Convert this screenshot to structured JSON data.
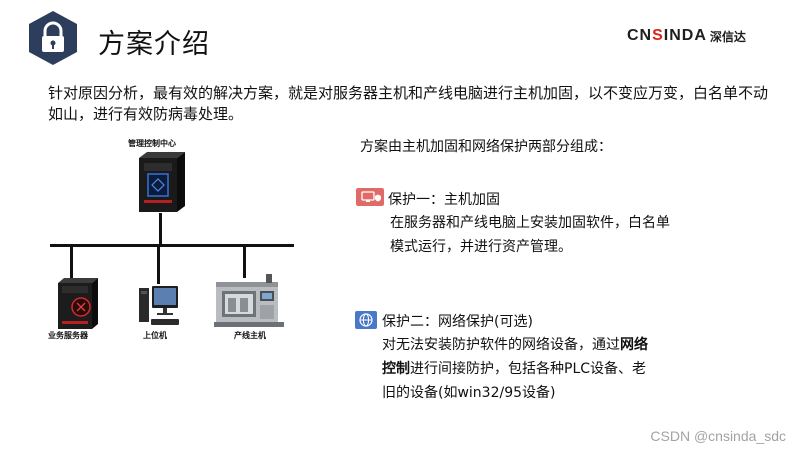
{
  "header": {
    "title": "方案介绍",
    "brand_en_part1": "CN",
    "brand_en_part2": "S",
    "brand_en_part3": "INDA",
    "brand_cn": "深信达",
    "logo_icon": "lock-icon",
    "colors": {
      "logo_hex": "#2c3e5c",
      "brand_red": "#d9241b"
    }
  },
  "intro": "针对原因分析，最有效的解决方案，就是对服务器主机和产线电脑进行主机加固，以不变应万变，白名单不动如山，进行有效防病毒处理。",
  "diagram": {
    "top_node": {
      "label": "管理控制中心",
      "icon": "server-tower-icon"
    },
    "nodes": [
      {
        "label": "业务服务器",
        "icon": "server-tower-icon"
      },
      {
        "label": "上位机",
        "icon": "desktop-computer-icon"
      },
      {
        "label": "产线主机",
        "icon": "production-machine-icon"
      }
    ]
  },
  "right": {
    "title": "方案由主机加固和网络保护两部分组成：",
    "protection1": {
      "heading": "保护一：主机加固",
      "desc_line1": "在服务器和产线电脑上安装加固软件，白名单",
      "desc_line2": "模式运行，并进行资产管理。",
      "icon": "host-shield-icon",
      "color": "#e06b66"
    },
    "protection2": {
      "heading": "保护二：网络保护(可选)",
      "desc_line1_a": "对无法安装防护软件的网络设备，通过",
      "desc_line1_b": "网络",
      "desc_line2_a": "控制",
      "desc_line2_b": "进行间接防护，包括各种PLC设备、老",
      "desc_line3": "旧的设备(如win32/95设备)",
      "icon": "globe-icon",
      "color": "#4a78c8"
    }
  },
  "watermark": "CSDN @cnsinda_sdc"
}
